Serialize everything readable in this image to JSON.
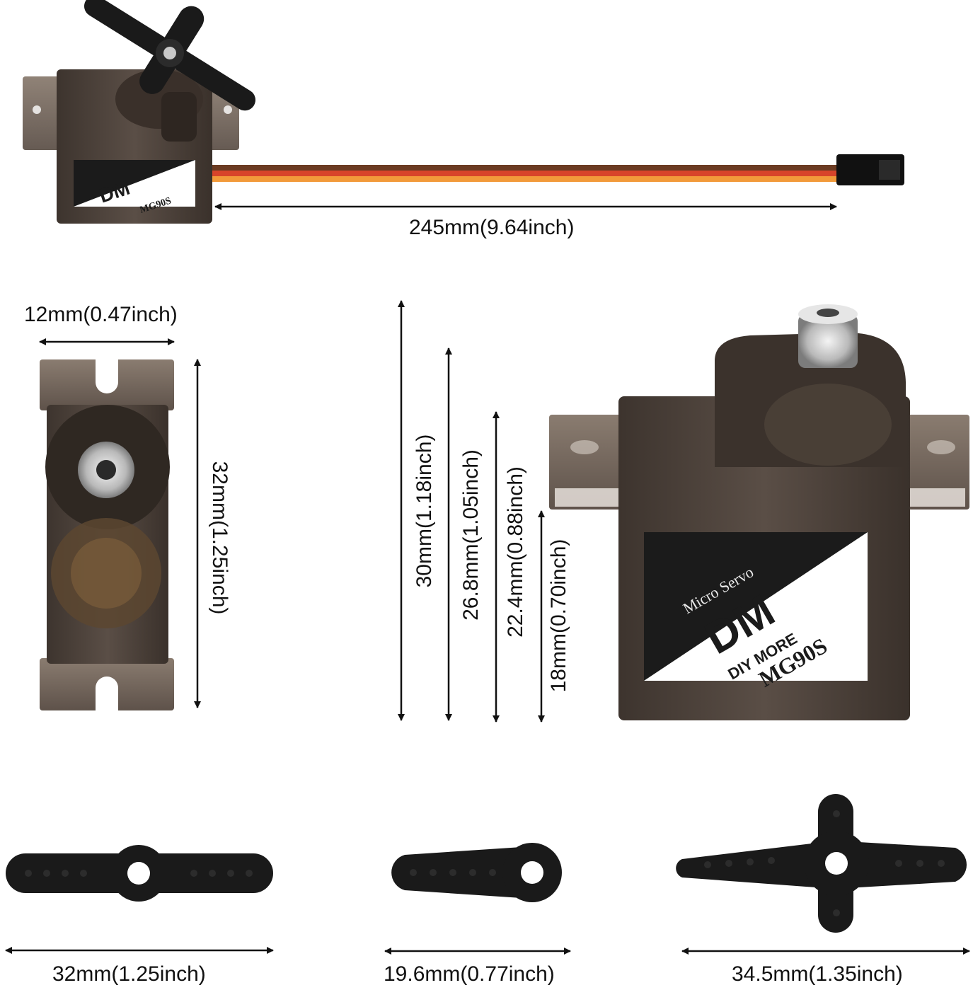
{
  "colors": {
    "servo_body": "#4a3f38",
    "servo_body_light": "#6e625a",
    "horn": "#1a1a1a",
    "wire_brown": "#6b3b22",
    "wire_red": "#d8442a",
    "wire_orange": "#f29a3a",
    "connector": "#111111",
    "arrow": "#111111"
  },
  "servo_label": {
    "subtitle": "Micro Servo",
    "logo": "DM",
    "brand": "DIY MORE",
    "model": "MG90S"
  },
  "dimensions": {
    "cable_length": "245mm(9.64inch)",
    "body_width": "12mm(0.47inch)",
    "body_length": "32mm(1.25inch)",
    "height_total": "30mm(1.18inch)",
    "height_gear": "26.8mm(1.05inch)",
    "height_tabs": "22.4mm(0.88inch)",
    "height_body": "18mm(0.70inch)",
    "horn_double": "32mm(1.25inch)",
    "horn_single": "19.6mm(0.77inch)",
    "horn_cross": "34.5mm(1.35inch)"
  }
}
